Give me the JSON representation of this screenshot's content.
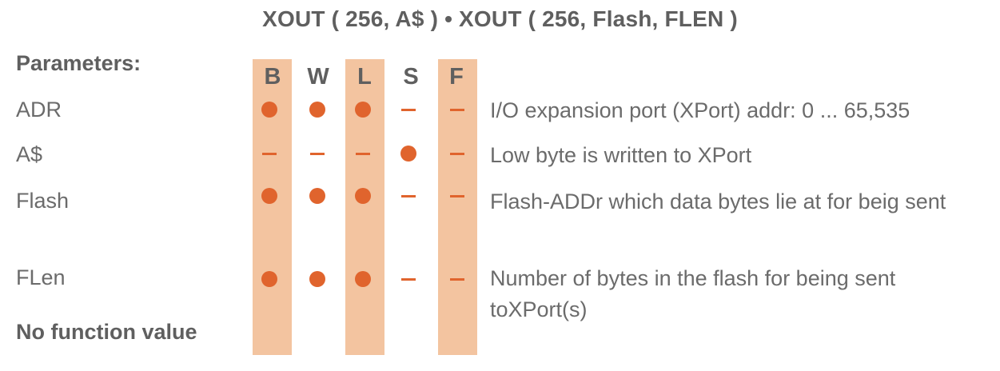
{
  "title": "XOUT ( 256, A$ ) • XOUT ( 256, Flash, FLEN )",
  "parameters_label": "Parameters:",
  "columns": [
    "B",
    "W",
    "L",
    "S",
    "F"
  ],
  "rows": [
    {
      "name": "ADR",
      "marks": [
        "dot",
        "dot",
        "dot",
        "dash",
        "dash"
      ],
      "description": "I/O expansion port (XPort) addr: 0 ... 65,535"
    },
    {
      "name": "A$",
      "marks": [
        "dash",
        "dash",
        "dash",
        "dot",
        "dash"
      ],
      "description": "Low byte is written to XPort"
    },
    {
      "name": "Flash",
      "marks": [
        "dot",
        "dot",
        "dot",
        "dash",
        "dash"
      ],
      "description": "Flash-ADDr which data bytes lie at for beig sent"
    },
    {
      "name": "FLen",
      "marks": [
        "dot",
        "dot",
        "dot",
        "dash",
        "dash"
      ],
      "description": "Number of bytes in the flash for being sent toXPort(s)"
    }
  ],
  "footer": "No function value",
  "colors": {
    "highlight_band": "#f3c4a0",
    "marker": "#e0642d",
    "text": "#6b6b6b"
  }
}
